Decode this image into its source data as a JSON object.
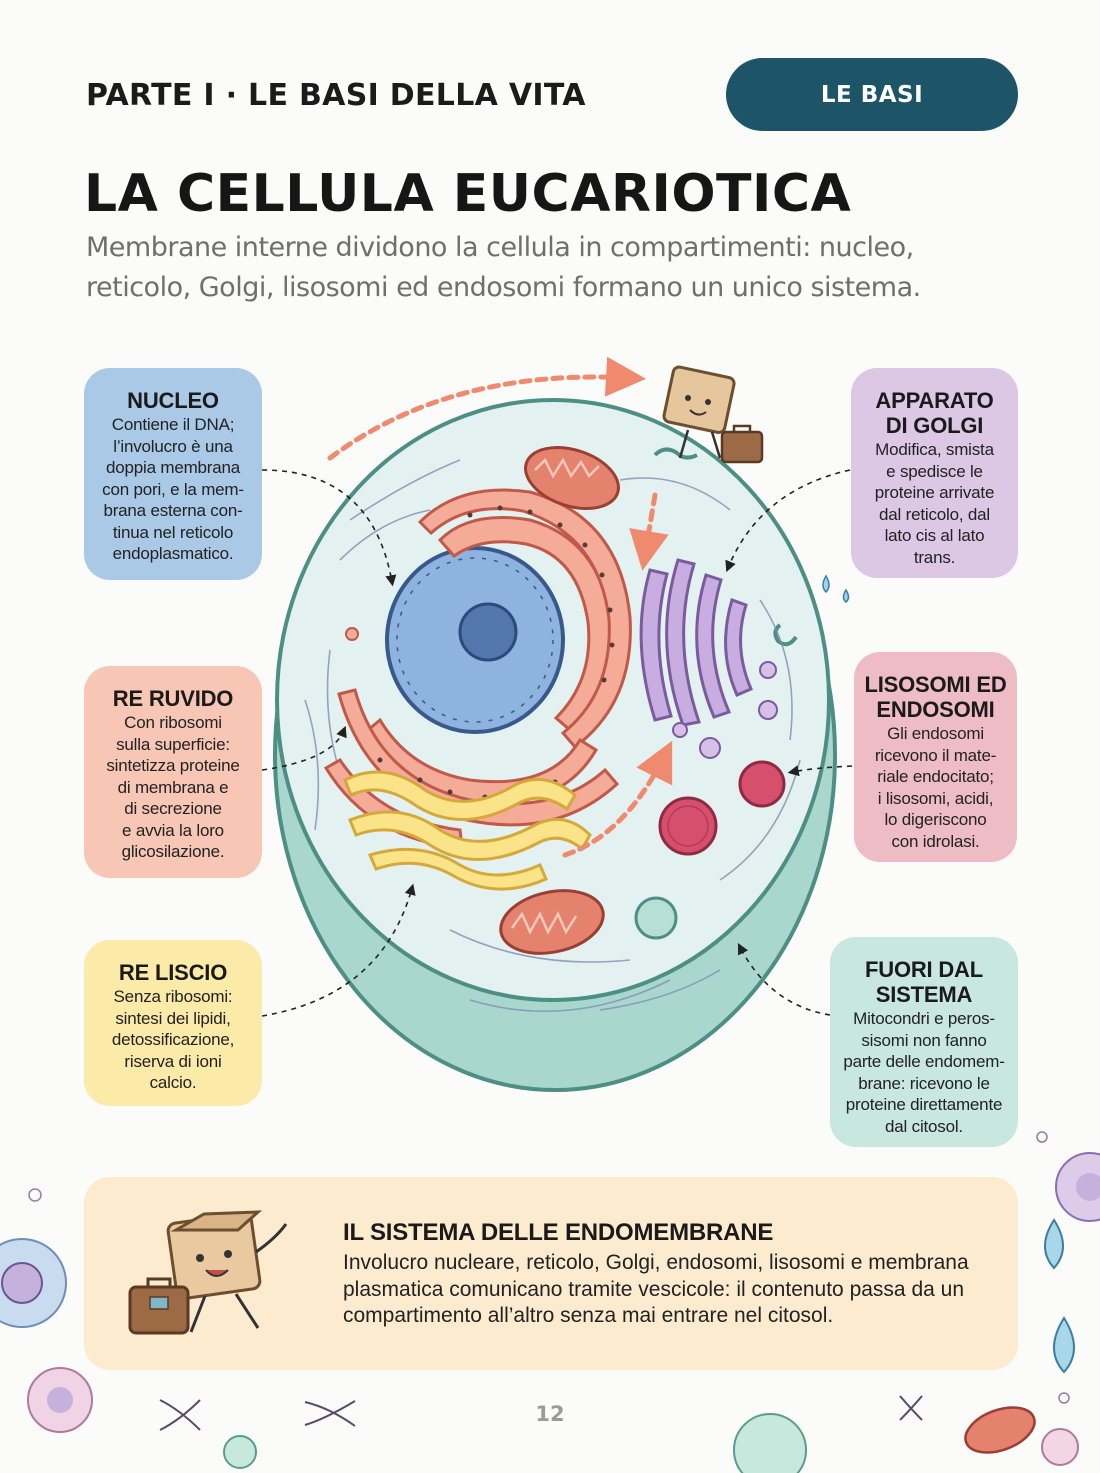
{
  "header": {
    "section": "PARTE I · LE BASI DELLA VITA",
    "badge": "LE BASI"
  },
  "title": "LA CELLULA EUCARIOTICA",
  "subtitle": "Membrane interne dividono la cellula in compartimenti: nucleo, reticolo, Golgi, lisosomi ed endosomi formano un unico sistema.",
  "cards": {
    "nucleo": {
      "title": "NUCLEO",
      "body": [
        "Contiene il DNA;",
        "l’involucro è una",
        "doppia membrana",
        "con pori, e la mem-",
        "brana esterna con-",
        "tinua nel reticolo",
        "endoplasmatico."
      ]
    },
    "re_ruvido": {
      "title": "RE RUVIDO",
      "body": [
        "Con ribosomi",
        "sulla superficie:",
        "sintetizza proteine",
        "di membrana e",
        "di secrezione",
        "e avvia la loro",
        "glicosilazione."
      ]
    },
    "re_liscio": {
      "title": "RE LISCIO",
      "body": [
        "Senza ribosomi:",
        "sintesi dei lipidi,",
        "detossificazione,",
        "riserva di ioni",
        "calcio."
      ]
    },
    "golgi": {
      "title": [
        "APPARATO",
        "DI GOLGI"
      ],
      "body": [
        "Modifica, smista",
        "e spedisce le",
        "proteine arrivate",
        "dal reticolo, dal",
        "lato cis al lato",
        "trans."
      ]
    },
    "lisosomi": {
      "title": [
        "LISOSOMI ED",
        "ENDOSOMI"
      ],
      "body": [
        "Gli endosomi",
        "ricevono il mate-",
        "riale endocitato;",
        "i lisosomi, acidi,",
        "lo digeriscono",
        "con idrolasi."
      ]
    },
    "fuori": {
      "title": [
        "FUORI DAL",
        "SISTEMA"
      ],
      "body": [
        "Mitocondri e peros-",
        "sisomi non fanno",
        "parte delle endomem-",
        "brane: ricevono le",
        "proteine direttamente",
        "dal citosol."
      ]
    }
  },
  "banner": {
    "title": "IL SISTEMA DELLE ENDOMEMBRANE",
    "body": [
      "Involucro nucleare, reticolo, Golgi, endosomi, lisosomi e membrana",
      "plasmatica comunicano tramite vescicole: il contenuto passa da un",
      "compartimento all’altro senza mai entrare nel citosol."
    ]
  },
  "page_number": "12",
  "colors": {
    "badge": "#1d5468",
    "nucleo": "#a9c9e6",
    "re_ruvido": "#f7c6b4",
    "re_liscio": "#fbeaa8",
    "golgi": "#dcc7e4",
    "lisosomi": "#eebcc4",
    "fuori": "#c8e7de",
    "banner": "#fdebd0"
  },
  "icons": [
    "box-mascot-icon",
    "suitcase-icon",
    "mitochondrion-icon",
    "dna-icon",
    "water-drop-icon",
    "cell-bubble-icon"
  ]
}
